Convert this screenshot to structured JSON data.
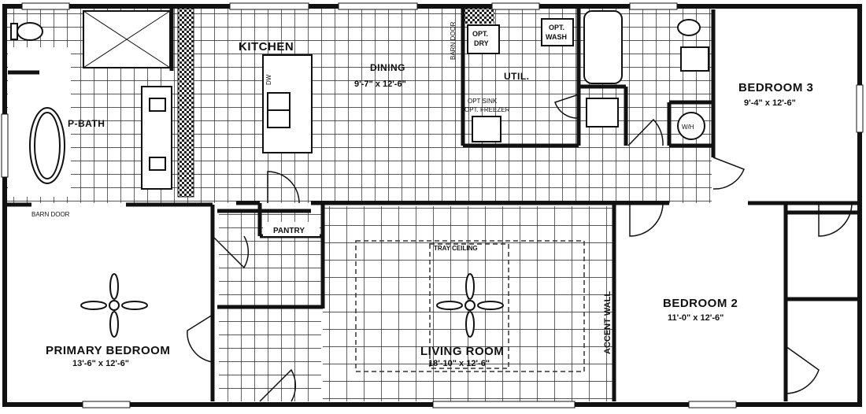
{
  "rooms": {
    "kitchen": {
      "name": "KITCHEN"
    },
    "dining": {
      "name": "DINING",
      "dims": "9'-7\" x 12'-6\""
    },
    "util": {
      "name": "UTIL."
    },
    "pbath": {
      "name": "P-BATH"
    },
    "bedroom3": {
      "name": "BEDROOM 3",
      "dims": "9'-4\" x 12'-6\""
    },
    "bedroom2": {
      "name": "BEDROOM 2",
      "dims": "11'-0\" x 12'-6\""
    },
    "living": {
      "name": "LIVING ROOM",
      "dims": "18'-10\" x 12'-6\""
    },
    "primary": {
      "name": "PRIMARY BEDROOM",
      "dims": "13'-6\" x 12'-6\""
    },
    "pantry": {
      "name": "PANTRY"
    }
  },
  "fixtures": {
    "opt_dry": [
      "OPT.",
      "DRY"
    ],
    "opt_wash": [
      "OPT.",
      "WASH"
    ],
    "barn_door_top": "BARN DOOR",
    "barn_door_left": "BARN DOOR",
    "opt_sink": "OPT SINK",
    "opt_freezer": "OPT. FREEZER",
    "dw": "DW",
    "wh": "W/H",
    "tray_ceiling": "TRAY CEILING",
    "accent_wall": "ACCENT WALL"
  }
}
